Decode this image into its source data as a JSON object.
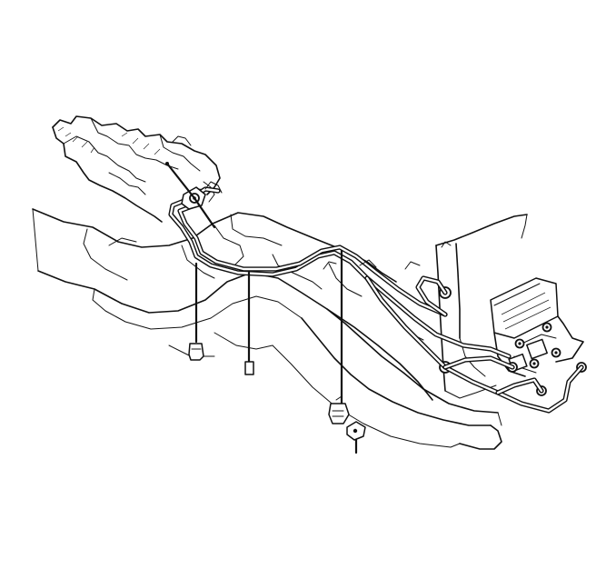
{
  "figure": {
    "kind": "line-illustration",
    "palette": {
      "ink": "#111111",
      "paper": "#ffffff"
    }
  },
  "components": [
    {
      "id": "transmission",
      "name": "transmission-housing"
    },
    {
      "id": "frame-rail-left",
      "name": "frame-rail-left"
    },
    {
      "id": "frame-rail-right",
      "name": "frame-rail-right"
    },
    {
      "id": "brake-lines",
      "name": "brake-pipe-bundle"
    },
    {
      "id": "combination-valve",
      "name": "combination-valve-assembly"
    },
    {
      "id": "master-cylinder",
      "name": "master-cylinder-block"
    },
    {
      "id": "clips",
      "name": "brake-line-retaining-clips"
    }
  ]
}
